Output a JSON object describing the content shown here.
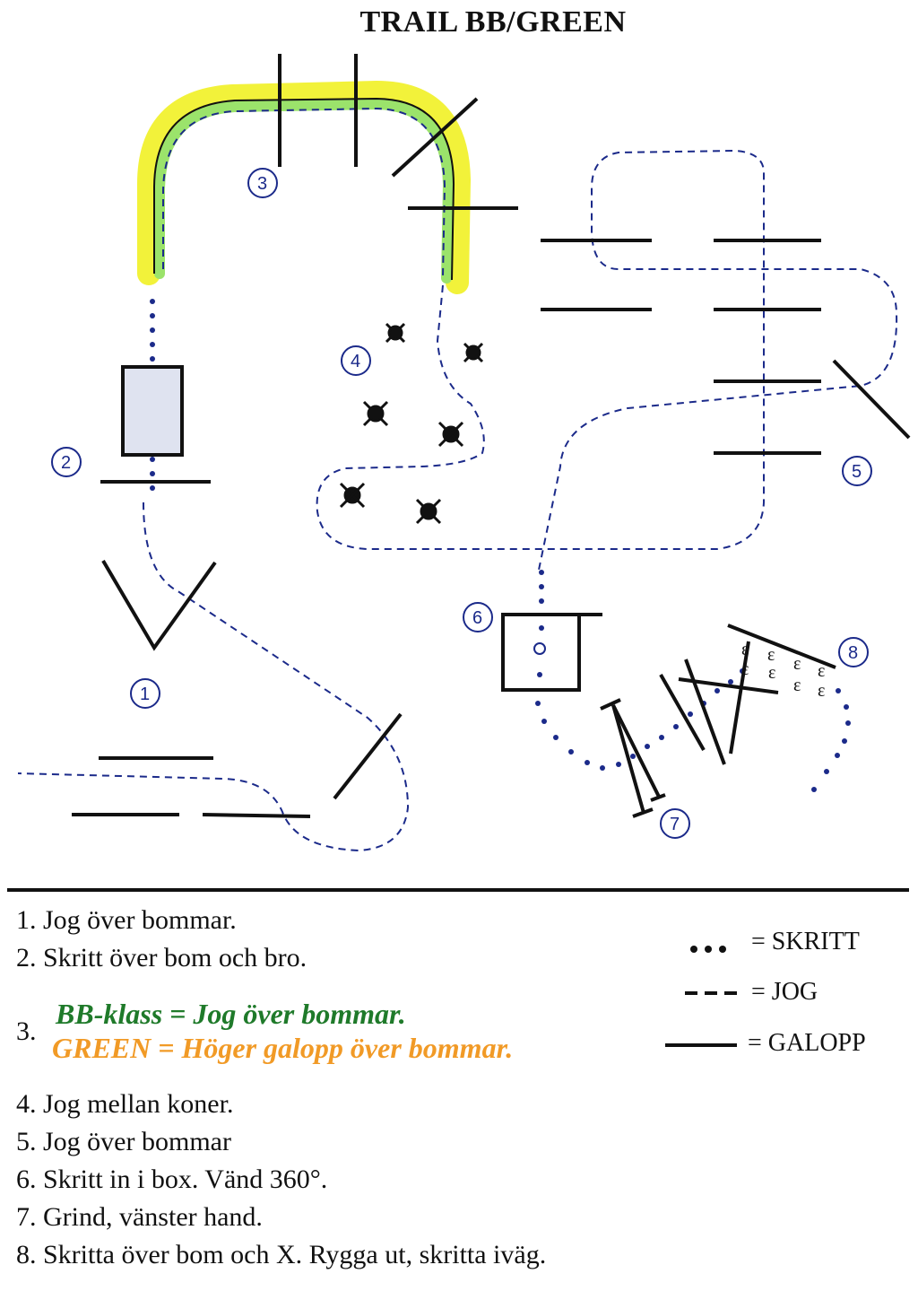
{
  "title": "TRAIL BB/GREEN",
  "map_labels": [
    "1",
    "2",
    "3",
    "4",
    "5",
    "6",
    "7",
    "8"
  ],
  "colors": {
    "path": "#1b2a8a",
    "bb": "#1f7a2a",
    "green": "#f19a26",
    "highlight_yellow": "#f2f23a",
    "highlight_green": "#9be36b"
  },
  "instructions": {
    "i1": "1. Jog över bommar.",
    "i2": "2. Skritt över bom och bro.",
    "i3_num": "3.",
    "i3_bb": "BB-klass = Jog över bommar.",
    "i3_green": "GREEN = Höger galopp över bommar.",
    "i4": "4. Jog mellan koner.",
    "i5": "5. Jog över bommar",
    "i6": "6. Skritt in i box. Vänd 360°.",
    "i7": "7. Grind, vänster hand.",
    "i8": "8. Skritta över bom och X. Rygga ut, skritta iväg."
  },
  "legend": {
    "skritt": "= SKRITT",
    "jog": "= JOG",
    "galopp": "= GALOPP"
  }
}
